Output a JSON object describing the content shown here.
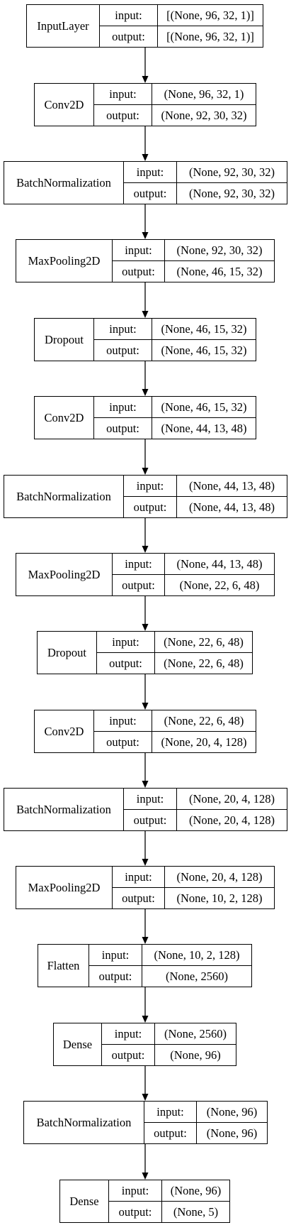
{
  "port_labels": {
    "input": "input:",
    "output": "output:"
  },
  "layers": [
    {
      "name": "InputLayer",
      "input": "[(None, 96, 32, 1)]",
      "output": "[(None, 96, 32, 1)]"
    },
    {
      "name": "Conv2D",
      "input": "(None, 96, 32, 1)",
      "output": "(None, 92, 30, 32)"
    },
    {
      "name": "BatchNormalization",
      "input": "(None, 92, 30, 32)",
      "output": "(None, 92, 30, 32)"
    },
    {
      "name": "MaxPooling2D",
      "input": "(None, 92, 30, 32)",
      "output": "(None, 46, 15, 32)"
    },
    {
      "name": "Dropout",
      "input": "(None, 46, 15, 32)",
      "output": "(None, 46, 15, 32)"
    },
    {
      "name": "Conv2D",
      "input": "(None, 46, 15, 32)",
      "output": "(None, 44, 13, 48)"
    },
    {
      "name": "BatchNormalization",
      "input": "(None, 44, 13, 48)",
      "output": "(None, 44, 13, 48)"
    },
    {
      "name": "MaxPooling2D",
      "input": "(None, 44, 13, 48)",
      "output": "(None, 22, 6, 48)"
    },
    {
      "name": "Dropout",
      "input": "(None, 22, 6, 48)",
      "output": "(None, 22, 6, 48)"
    },
    {
      "name": "Conv2D",
      "input": "(None, 22, 6, 48)",
      "output": "(None, 20, 4, 128)"
    },
    {
      "name": "BatchNormalization",
      "input": "(None, 20, 4, 128)",
      "output": "(None, 20, 4, 128)"
    },
    {
      "name": "MaxPooling2D",
      "input": "(None, 20, 4, 128)",
      "output": "(None, 10, 2, 128)"
    },
    {
      "name": "Flatten",
      "input": "(None, 10, 2, 128)",
      "output": "(None, 2560)"
    },
    {
      "name": "Dense",
      "input": "(None, 2560)",
      "output": "(None, 96)"
    },
    {
      "name": "BatchNormalization",
      "input": "(None, 96)",
      "output": "(None, 96)"
    },
    {
      "name": "Dense",
      "input": "(None, 96)",
      "output": "(None, 5)"
    }
  ]
}
